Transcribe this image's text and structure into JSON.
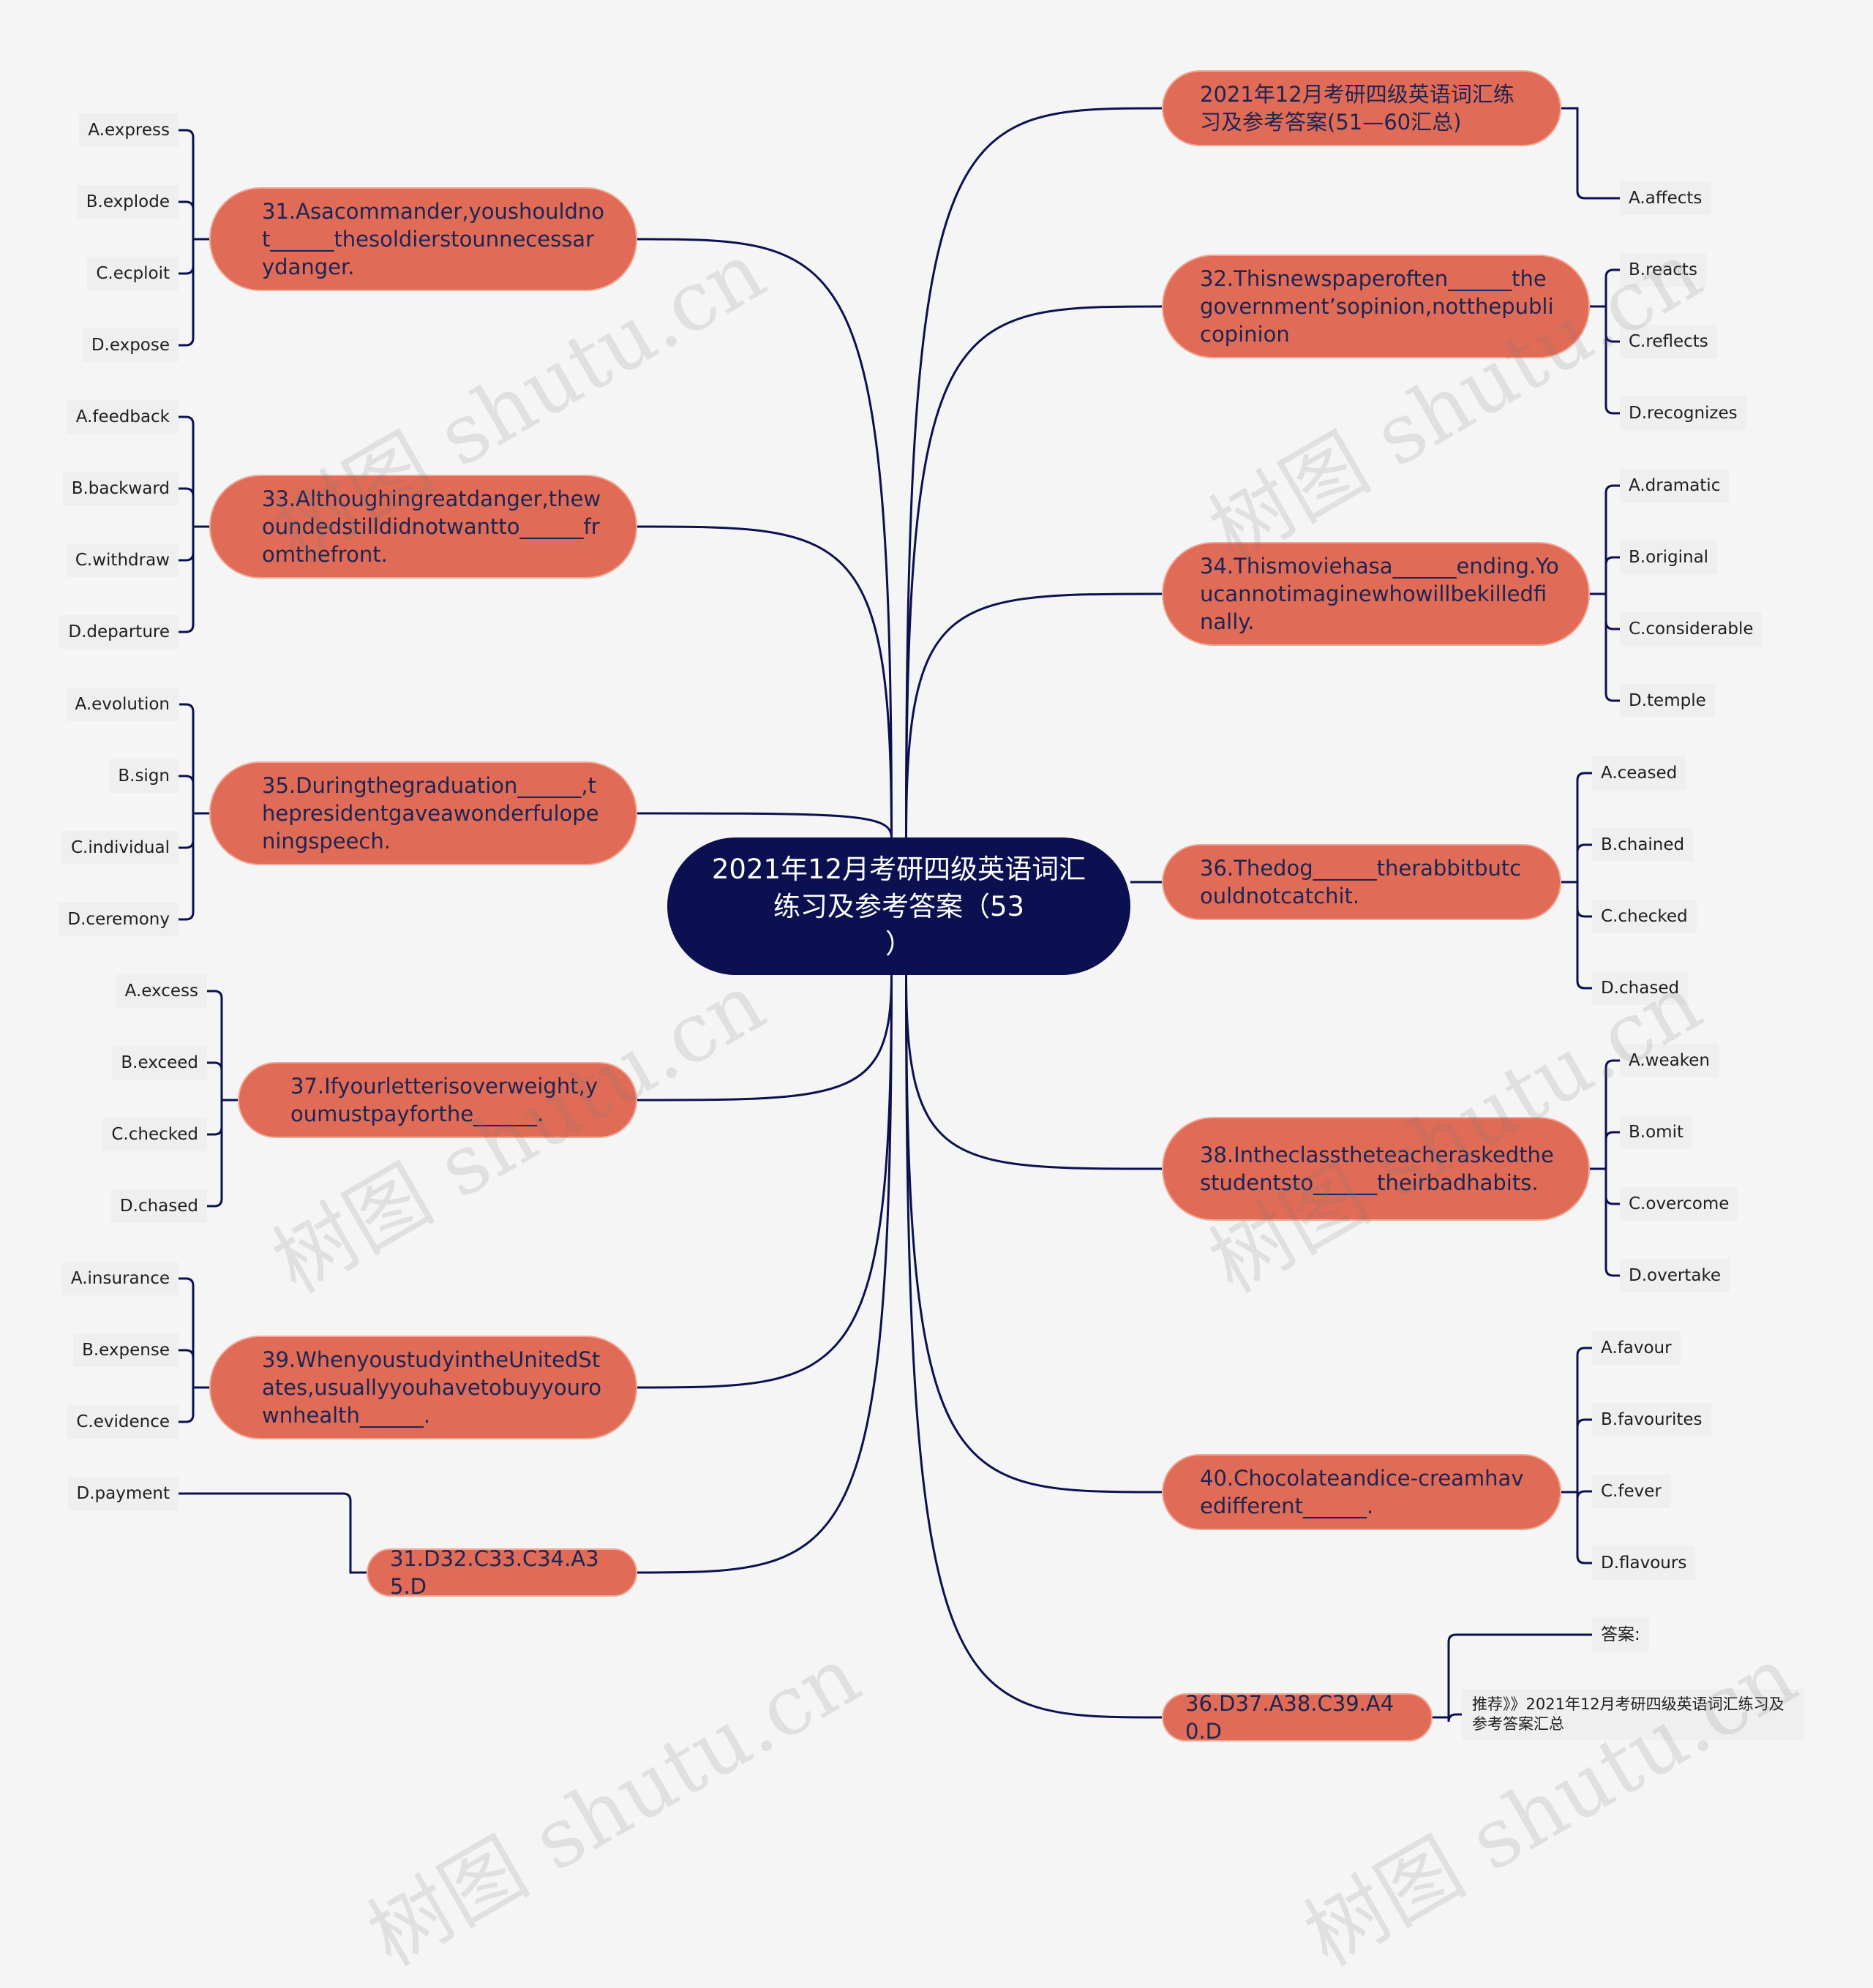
{
  "center": {
    "title": "2021年12月考研四级英语词汇练习及参考答案（53\n）"
  },
  "branches": [
    {
      "id": "b31",
      "text": "31.Asacommander,youshouldnot______thesoldierstounnecessarydanger.",
      "options": [
        "A.express",
        "B.explode",
        "C.ecploit",
        "D.expose"
      ]
    },
    {
      "id": "b33",
      "text": "33.Althoughingreatdanger,thewoundedstilldidnotwantto______fromthefront.",
      "options": [
        "A.feedback",
        "B.backward",
        "C.withdraw",
        "D.departure"
      ]
    },
    {
      "id": "b35",
      "text": "35.Duringthegraduation______,thepresidentgaveawonderfulopeningspeech.",
      "options": [
        "A.evolution",
        "B.sign",
        "C.individual",
        "D.ceremony"
      ]
    },
    {
      "id": "b37",
      "text": "37.Ifyourletterisoverweight,youmustpayforthe______.",
      "options": [
        "A.excess",
        "B.exceed",
        "C.checked",
        "D.chased"
      ]
    },
    {
      "id": "b39",
      "text": "39.WhenyoustudyintheUnitedStates,usuallyyouhavetobuyyourownhealth______.",
      "options": [
        "A.insurance",
        "B.expense",
        "C.evidence",
        "D.payment"
      ]
    },
    {
      "id": "bans1",
      "text": "31.D32.C33.C34.A35.D",
      "options": []
    },
    {
      "id": "bsum",
      "text": "2021年12月考研四级英语词汇练习及参考答案(51—60汇总)",
      "options": []
    },
    {
      "id": "b32",
      "text": "32.Thisnewspaperoften______thegovernment’sopinion,notthepublicopinion",
      "options": [
        "A.affects",
        "B.reacts",
        "C.reflects",
        "D.recognizes"
      ]
    },
    {
      "id": "b34",
      "text": "34.Thismoviehasa______ending.Youcannotimaginewhowillbekilledfinally.",
      "options": [
        "A.dramatic",
        "B.original",
        "C.considerable",
        "D.temple"
      ]
    },
    {
      "id": "b36",
      "text": "36.Thedog______therabbitbutcouldnotcatchit.",
      "options": [
        "A.ceased",
        "B.chained",
        "C.checked",
        "D.chased"
      ]
    },
    {
      "id": "b38",
      "text": "38.Intheclasstheteacheraskedthestudentsto______theirbadhabits.",
      "options": [
        "A.weaken",
        "B.omit",
        "C.overcome",
        "D.overtake"
      ]
    },
    {
      "id": "b40",
      "text": "40.Chocolateandice-creamhavedifferent______.",
      "options": [
        "A.favour",
        "B.favourites",
        "C.fever",
        "D.flavours",
        "答案:"
      ]
    },
    {
      "id": "bans2",
      "text": "36.D37.A38.C39.A40.D",
      "options": [
        "推荐》》2021年12月考研四级英语词汇练习及参考答案汇总"
      ]
    }
  ],
  "watermark": "树图 shutu.cn",
  "colors": {
    "background": "#f5f5f5",
    "center": "#0b1150",
    "branch": "#e06c57",
    "edge": "#0b1150"
  }
}
